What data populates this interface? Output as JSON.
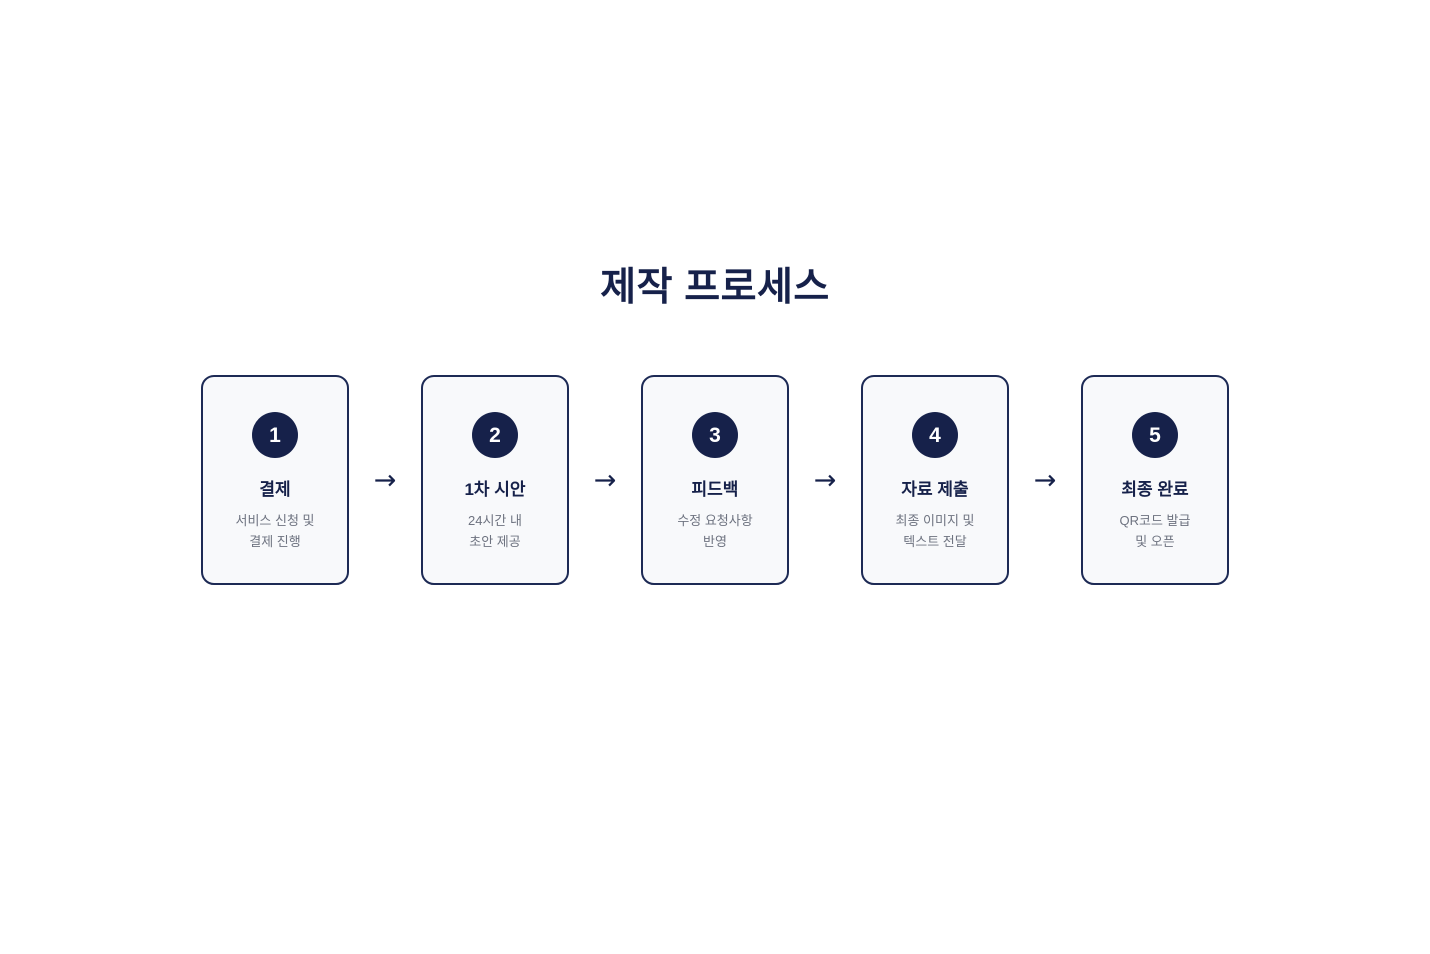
{
  "page": {
    "title": "제작 프로세스",
    "background_color": "#ffffff",
    "accent_color": "#16214a",
    "card_border_color": "#1d2a55",
    "card_background_color": "#f8f9fb",
    "description_text_color": "#6e7380"
  },
  "connector": {
    "glyph": "→",
    "icon_name": "arrow-right-icon"
  },
  "steps": [
    {
      "number": "1",
      "title": "결제",
      "description": "서비스 신청 및\n결제 진행"
    },
    {
      "number": "2",
      "title": "1차 시안",
      "description": "24시간 내\n초안 제공"
    },
    {
      "number": "3",
      "title": "피드백",
      "description": "수정 요청사항\n반영"
    },
    {
      "number": "4",
      "title": "자료 제출",
      "description": "최종 이미지 및\n텍스트 전달"
    },
    {
      "number": "5",
      "title": "최종 완료",
      "description": "QR코드 발급\n및 오픈"
    }
  ]
}
